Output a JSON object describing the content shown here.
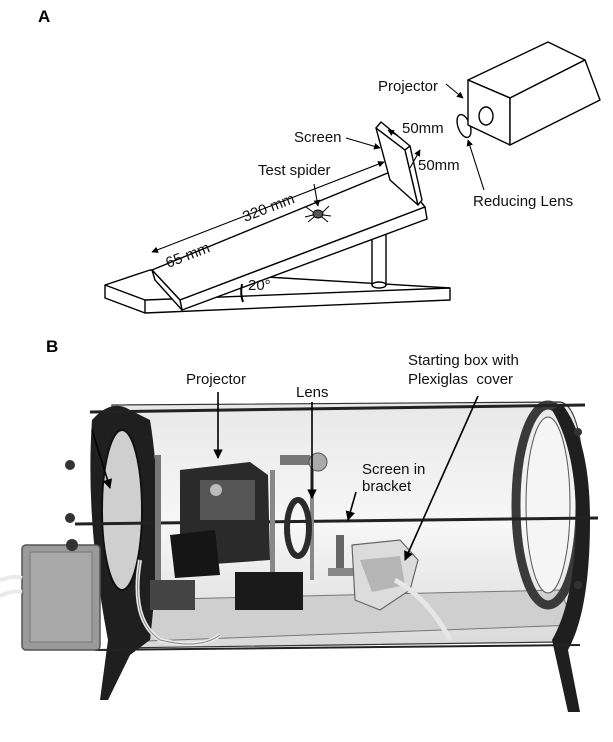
{
  "panel_a": {
    "letter": "A",
    "labels": {
      "projector": "Projector",
      "screen": "Screen",
      "dim_50mm_top": "50mm",
      "dim_50mm_side": "50mm",
      "test_spider": "Test spider",
      "reducing_lens": "Reducing Lens",
      "length_320": "320 mm",
      "width_65": "65 mm",
      "angle": "20°"
    }
  },
  "panel_b": {
    "letter": "B",
    "labels": {
      "projector": "Projector",
      "lens": "Lens",
      "screen_line1": "Screen in",
      "screen_line2": "bracket",
      "starting_line1": "Starting box with",
      "starting_line2": "Plexiglas  cover"
    }
  },
  "colors": {
    "line": "#000000",
    "frame": "#1a1a1a",
    "photo_bg": "#f2f2f2",
    "device_gray": "#9a9a9a"
  }
}
